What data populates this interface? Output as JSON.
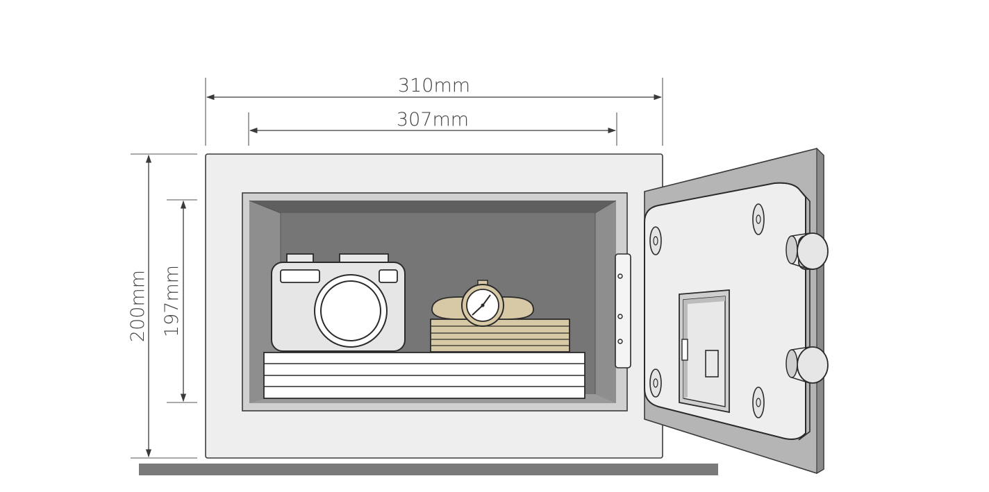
{
  "dimensions": {
    "outer_width": "310mm",
    "inner_width": "307mm",
    "outer_height": "200mm",
    "inner_height": "197mm"
  },
  "colors": {
    "body": "#eeeeee",
    "interior_back": "#7c7c7c",
    "interior_side": "#8e8e8e",
    "door_frame": "#b5b5b5",
    "door_face": "#eeeeee",
    "base_plate": "#7a7a7a",
    "watch_tan": "#d8c9a6",
    "outline": "#2a2a2a"
  },
  "icons": [
    "camera-icon",
    "wristwatch-icon",
    "keypad-icon"
  ]
}
